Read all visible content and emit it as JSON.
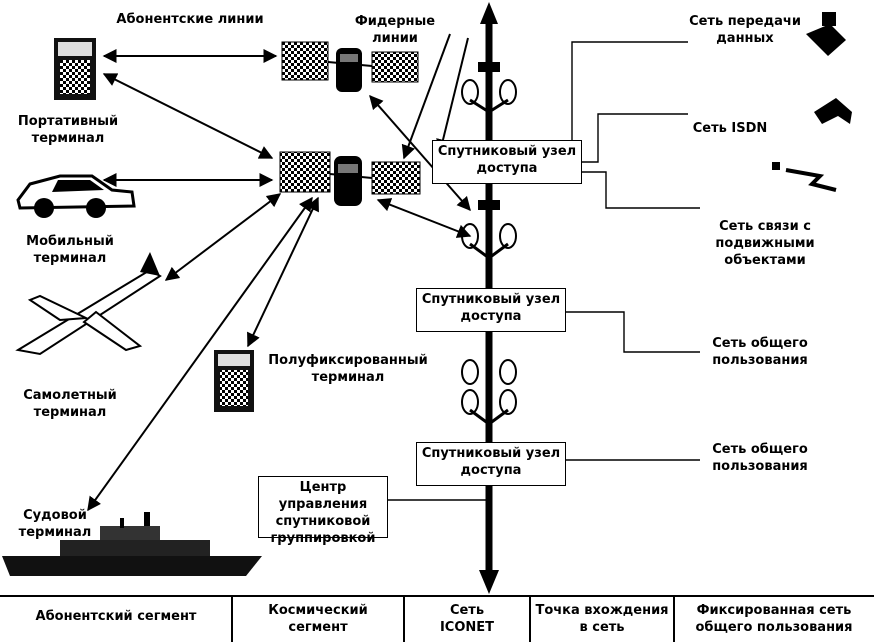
{
  "labels": {
    "subscriber_lines": "Абонентские линии",
    "feeder_lines": "Фидерные линии",
    "portable_terminal": "Портативный\nтерминал",
    "mobile_terminal": "Мобильный\nтерминал",
    "aircraft_terminal": "Самолетный\nтерминал",
    "ship_terminal": "Судовой\nтерминал",
    "semifixed_terminal": "Полуфиксированный\nтерминал",
    "data_network": "Сеть передачи\nданных",
    "isdn_network": "Сеть ISDN",
    "mobile_network": "Сеть связи с\nподвижными\nобъектами",
    "public_network_1": "Сеть общего\nпользования",
    "public_network_2": "Сеть общего\nпользования"
  },
  "boxes": {
    "access_node_1": "Спутниковый узел\nдоступа",
    "access_node_2": "Спутниковый узел\nдоступа",
    "access_node_3": "Спутниковый узел\nдоступа",
    "control_center": "Центр управления\nспутниковой\nгруппировкой"
  },
  "segments": [
    "Абонентский сегмент",
    "Космический\nсегмент",
    "Сеть\nICONET",
    "Точка вхождения\nв сеть",
    "Фиксированная сеть\nобщего пользования"
  ]
}
